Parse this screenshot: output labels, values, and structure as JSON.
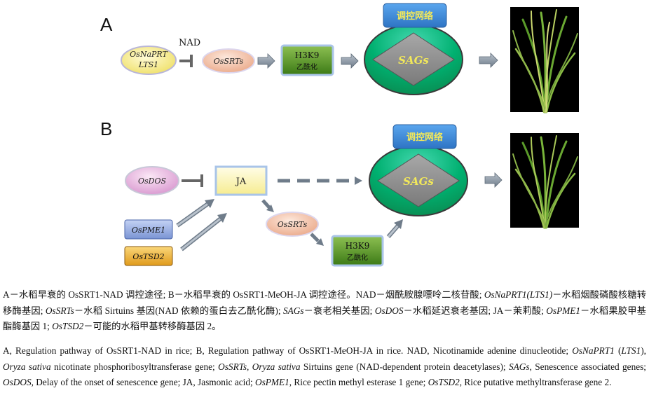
{
  "panels": {
    "a": {
      "label": "A",
      "nad_label": "NAD",
      "nodes": {
        "naprt_line1": "OsNaPRT",
        "naprt_line2": "LTS1",
        "srts": "OsSRTs",
        "h3k9": "H3K9",
        "h3k9_sub": "乙酰化",
        "network": "调控网络",
        "sags": "SAGs"
      }
    },
    "b": {
      "label": "B",
      "nodes": {
        "dos": "OsDOS",
        "ja": "JA",
        "pme1": "OsPME1",
        "tsd2": "OsTSD2",
        "srts": "OsSRTs",
        "h3k9": "H3K9",
        "h3k9_sub": "乙酰化",
        "network": "调控网络",
        "sags": "SAGs"
      }
    }
  },
  "colors": {
    "sags_green": "#00a86b",
    "network_blue": "#3a88d6",
    "diamond_gray": "#8f8f8f",
    "h3k9_green": "#4f8f1f",
    "ja_yellow": "#fff7b0",
    "naprt_yellow": "#f7ec7a",
    "srts_peach": "#f2bca0",
    "dos_pink": "#e8b2e0",
    "pme1_blue": "#8fa8e0",
    "tsd2_orange": "#f0b030",
    "arrow_gray": "#7f8c9a"
  },
  "caption_cn": [
    {
      "t": "A－水稻早衰的 OsSRT1-NAD 调控途径; B－水稻早衰的 OsSRT1-MeOH-JA 调控途径。NAD－烟酰胺腺嘌呤二核苷酸; ",
      "i": false
    },
    {
      "t": "OsNaPRT1(LTS1)",
      "i": true
    },
    {
      "t": "－水稻烟酸磷酸核糖转移酶基因; ",
      "i": false
    },
    {
      "t": "OsSRTs",
      "i": true
    },
    {
      "t": "－水稻 Sirtuins 基因(NAD 依赖的蛋白去乙酰化酶); ",
      "i": false
    },
    {
      "t": "SAGs",
      "i": true
    },
    {
      "t": "－衰老相关基因; ",
      "i": false
    },
    {
      "t": "OsDOS",
      "i": true
    },
    {
      "t": "－水稻延迟衰老基因; JA－茉莉酸; ",
      "i": false
    },
    {
      "t": "OsPME1",
      "i": true
    },
    {
      "t": "－水稻果胶甲基酯酶基因 1; ",
      "i": false
    },
    {
      "t": "OsTSD2",
      "i": true
    },
    {
      "t": "－可能的水稻甲基转移酶基因 2。",
      "i": false
    }
  ],
  "caption_en": [
    {
      "t": "A, Regulation pathway of OsSRT1-NAD in rice; B, Regulation pathway of OsSRT1-MeOH-JA in rice. NAD, Nicotinamide adenine dinucleotide; ",
      "i": false
    },
    {
      "t": "OsNaPRT1",
      "i": true
    },
    {
      "t": " (",
      "i": false
    },
    {
      "t": "LTS1",
      "i": true
    },
    {
      "t": "), ",
      "i": false
    },
    {
      "t": "Oryza sativa",
      "i": true
    },
    {
      "t": " nicotinate phosphoribosyltransferase gene; ",
      "i": false
    },
    {
      "t": "OsSRTs, Oryza sativa",
      "i": true
    },
    {
      "t": " Sirtuins gene (NAD-dependent protein deacetylases); ",
      "i": false
    },
    {
      "t": "SAGs",
      "i": true
    },
    {
      "t": ", Senescence associated genes; ",
      "i": false
    },
    {
      "t": "OsDOS",
      "i": true
    },
    {
      "t": ", Delay of the onset of senescence gene; JA, Jasmonic acid; ",
      "i": false
    },
    {
      "t": "OsPME1",
      "i": true
    },
    {
      "t": ", Rice pectin methyl esterase 1 gene; ",
      "i": false
    },
    {
      "t": "OsTSD2",
      "i": true
    },
    {
      "t": ", Rice putative methyltransferase gene 2.",
      "i": false
    }
  ]
}
